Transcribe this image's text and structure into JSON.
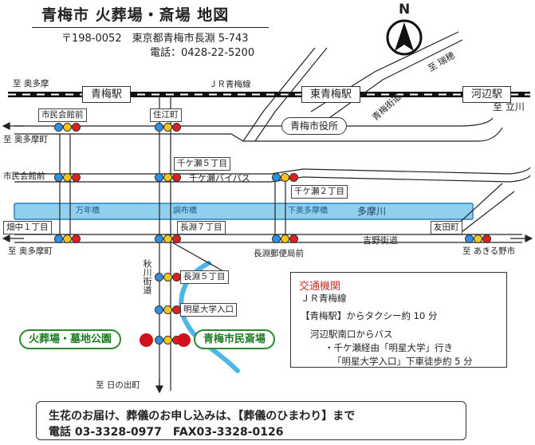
{
  "header": {
    "title": "青梅市 火葬場・斎場 地図",
    "postal": "〒198-0052　東京都青梅市長淵 5-743",
    "phone": "電話：0428-22-5200"
  },
  "compass": {
    "label": "N"
  },
  "railway": {
    "name": "ＪＲ青梅線",
    "west_dir": "至 奥多摩",
    "east_dir": "至 立川",
    "stations": [
      "青梅駅",
      "東青梅駅",
      "河辺駅"
    ]
  },
  "places": {
    "city_hall": "青梅市役所",
    "crematorium": "火葬場・墓地公園",
    "funeral_hall": "青梅市民斎場"
  },
  "intersections": {
    "shiminkaikan_mae": "市民会館前",
    "sumie_cho": "住江町",
    "shiminkaikan_kan": "市民会館前",
    "chigase_5": "千ケ瀬５丁目",
    "chigase_2": "千ケ瀬２丁目",
    "hatanaka_1": "畑中１丁目",
    "nagabuchi_7": "長淵７丁目",
    "nagabuchi_post": "長淵郵便局前",
    "tomoda": "友田町",
    "nagabuchi_5": "長淵５丁目",
    "meisei_iriguchi": "明星大学入口"
  },
  "roads": {
    "okutama_dir_1": "至 奥多摩町",
    "okutama_dir_2": "至 奥多摩町",
    "akiruno_dir": "至 あきる野市",
    "hinode_dir": "至 日の出町",
    "mizuho_dir": "至 瑞穂",
    "ome_kaido": "青梅街道",
    "chigase_bypass": "千ケ瀬バイパス",
    "yoshino_kaido": "吉野街道",
    "akigawa_kaido": "秋川街道"
  },
  "river": {
    "name": "多摩川",
    "bridges": [
      "万年橋",
      "調布橋",
      "下奥多摩橋"
    ]
  },
  "access": {
    "heading": "交通機関",
    "line1": "ＪＲ青梅線",
    "line2": "【青梅駅】からタクシー約 10 分",
    "line3": "河辺駅南口からバス",
    "line4": "・千ケ瀬経由「明星大学」行き",
    "line5": "「明星大学入口」下車徒歩約 5 分"
  },
  "footer": {
    "line1": "生花のお届け、葬儀のお申し込みは、【葬儀のひまわり】まで",
    "line2": "電話 03-3328-0977　FAX03-3328-0126"
  },
  "colors": {
    "river": "#8fd0ee",
    "river_stroke": "#2c7fbf",
    "signal_blue": "#2f8fe0",
    "signal_yellow": "#f5c518",
    "signal_red": "#e02020",
    "marker_red": "#d0101b",
    "pill_green": "#2a8a33",
    "access_heading": "#c4312b"
  }
}
